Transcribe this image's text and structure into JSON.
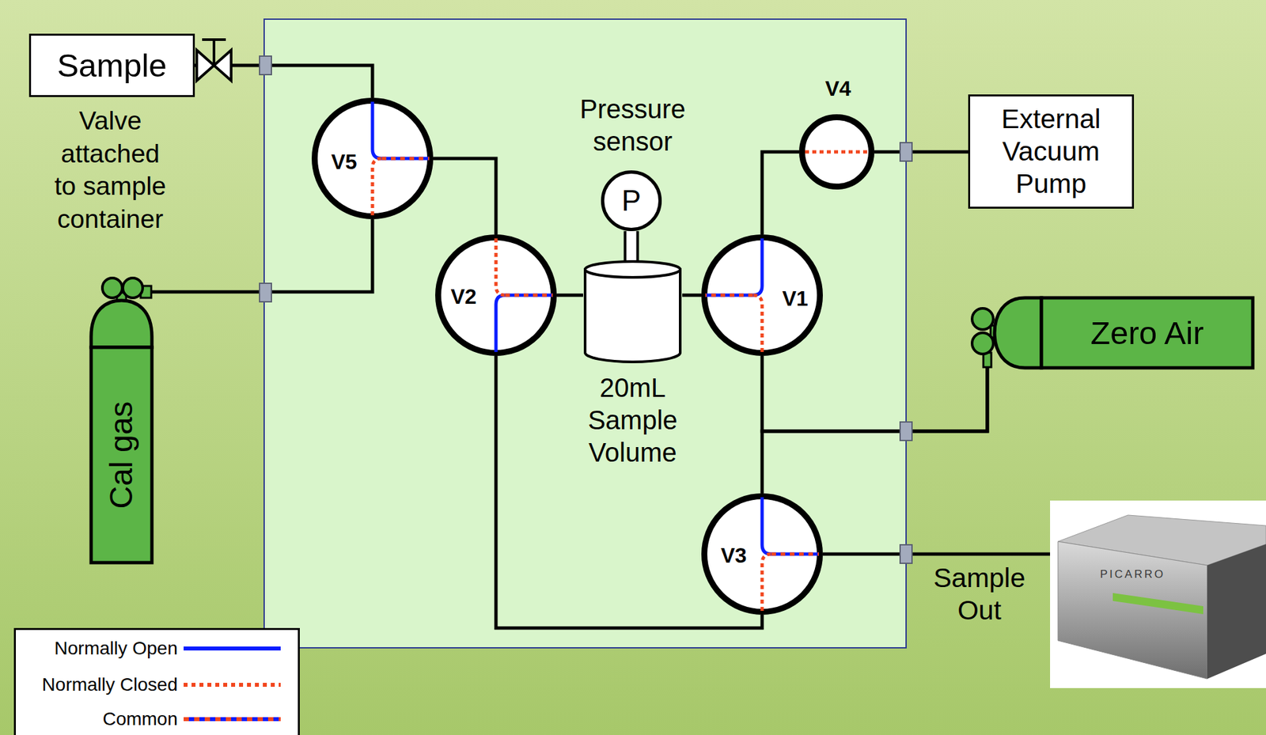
{
  "diagram": {
    "nodes": [
      {
        "text": [
          "Sample"
        ]
      },
      {
        "text": [
          "Cal gas"
        ]
      },
      {
        "text": [
          "V5"
        ]
      },
      {
        "text": [
          "V2"
        ]
      },
      {
        "text": [
          "P"
        ]
      },
      {
        "text": [
          "20mL Sample Volume"
        ]
      },
      {
        "text": [
          "V1"
        ]
      },
      {
        "text": [
          "V4"
        ]
      },
      {
        "text": [
          "External Vacuum Pump"
        ]
      },
      {
        "text": [
          "Zero Air"
        ]
      },
      {
        "text": [
          "V3"
        ]
      },
      {
        "text": [
          "PICARRO"
        ]
      }
    ],
    "edges": [
      {
        "from": 0,
        "to": 2,
        "arrow": "none"
      },
      {
        "from": 1,
        "to": 2,
        "arrow": "none"
      },
      {
        "from": 2,
        "to": 3,
        "arrow": "none"
      },
      {
        "from": 3,
        "to": 5,
        "arrow": "none"
      },
      {
        "from": 4,
        "to": 5,
        "arrow": "none"
      },
      {
        "from": 5,
        "to": 6,
        "arrow": "none"
      },
      {
        "from": 6,
        "to": 7,
        "arrow": "none"
      },
      {
        "from": 7,
        "to": 8,
        "arrow": "none"
      },
      {
        "from": 9,
        "to": 6,
        "arrow": "none"
      },
      {
        "from": 9,
        "to": 10,
        "arrow": "none"
      },
      {
        "from": 3,
        "to": 10,
        "arrow": "none"
      },
      {
        "from": 10,
        "to": 11,
        "label": "Sample Out",
        "arrow": "none"
      }
    ],
    "labels": [
      "Valve attached to sample container",
      "Pressure sensor"
    ],
    "legend": [
      {
        "text": "Normally Open"
      },
      {
        "text": "Normally Closed"
      },
      {
        "text": "Common"
      }
    ]
  }
}
